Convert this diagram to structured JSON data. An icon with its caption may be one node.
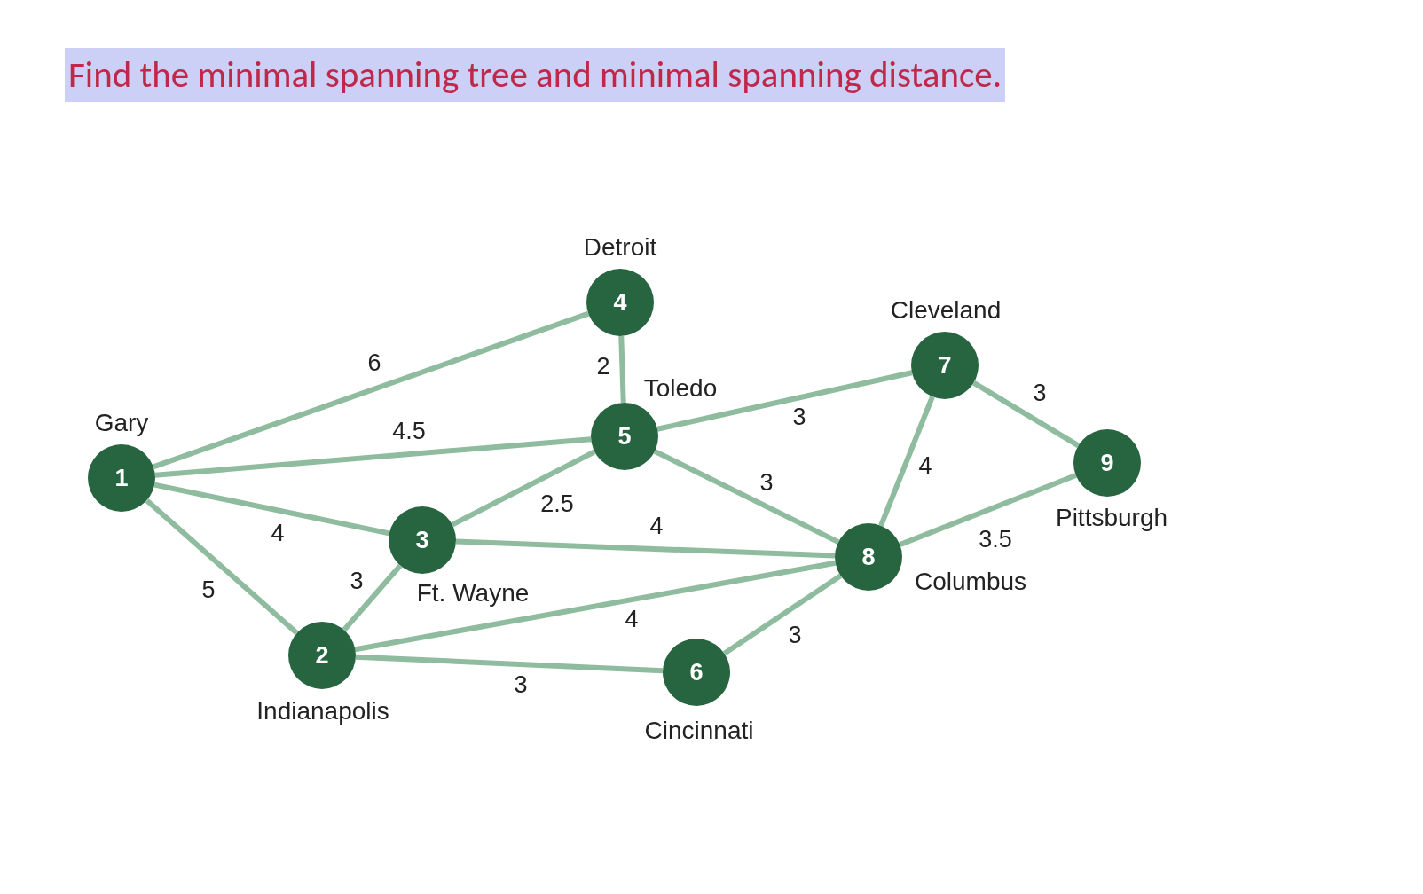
{
  "diagram": {
    "title": "Find the minimal spanning tree and minimal spanning distance.",
    "nodes": [
      {
        "text": [
          "1"
        ],
        "beside": [
          "Gary"
        ]
      },
      {
        "text": [
          "2"
        ],
        "beside": [
          "Indianapolis"
        ]
      },
      {
        "text": [
          "3"
        ],
        "beside": [
          "Ft. Wayne"
        ]
      },
      {
        "text": [
          "4"
        ],
        "beside": [
          "Detroit"
        ]
      },
      {
        "text": [
          "5"
        ],
        "beside": [
          "Toledo"
        ]
      },
      {
        "text": [
          "6"
        ],
        "beside": [
          "Cincinnati"
        ]
      },
      {
        "text": [
          "7"
        ],
        "beside": [
          "Cleveland"
        ]
      },
      {
        "text": [
          "8"
        ],
        "beside": [
          "Columbus"
        ]
      },
      {
        "text": [
          "9"
        ],
        "beside": [
          "Pittsburgh"
        ]
      }
    ],
    "edges": [
      {
        "from": 0,
        "to": 3,
        "arrow": "none",
        "label": "6"
      },
      {
        "from": 0,
        "to": 4,
        "arrow": "none",
        "label": "4.5"
      },
      {
        "from": 0,
        "to": 2,
        "arrow": "none",
        "label": "4"
      },
      {
        "from": 0,
        "to": 1,
        "arrow": "none",
        "label": "5"
      },
      {
        "from": 1,
        "to": 2,
        "arrow": "none",
        "label": "3"
      },
      {
        "from": 1,
        "to": 7,
        "arrow": "none",
        "label": "4"
      },
      {
        "from": 1,
        "to": 5,
        "arrow": "none",
        "label": "3"
      },
      {
        "from": 2,
        "to": 4,
        "arrow": "none",
        "label": "2.5"
      },
      {
        "from": 2,
        "to": 7,
        "arrow": "none",
        "label": "4"
      },
      {
        "from": 3,
        "to": 4,
        "arrow": "none",
        "label": "2"
      },
      {
        "from": 4,
        "to": 6,
        "arrow": "none",
        "label": "3"
      },
      {
        "from": 4,
        "to": 7,
        "arrow": "none",
        "label": "3"
      },
      {
        "from": 6,
        "to": 7,
        "arrow": "none",
        "label": "4"
      },
      {
        "from": 6,
        "to": 8,
        "arrow": "none",
        "label": "3"
      },
      {
        "from": 7,
        "to": 8,
        "arrow": "none",
        "label": "3.5"
      },
      {
        "from": 5,
        "to": 7,
        "arrow": "none",
        "label": "3"
      }
    ]
  }
}
